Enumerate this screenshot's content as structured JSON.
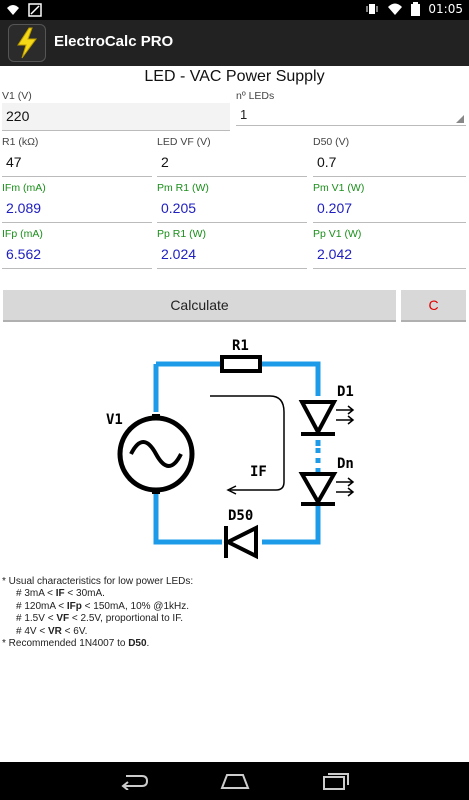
{
  "status": {
    "time": "01:05"
  },
  "app": {
    "title": "ElectroCalc PRO"
  },
  "screen": {
    "title": "LED - VAC Power Supply"
  },
  "inputs": {
    "v1": {
      "label": "V1 (V)",
      "value": "220"
    },
    "n_leds": {
      "label": "nº LEDs",
      "value": "1"
    },
    "r1": {
      "label": "R1 (kΩ)",
      "value": "47"
    },
    "led_vf": {
      "label": "LED VF (V)",
      "value": "2"
    },
    "d50": {
      "label": "D50 (V)",
      "value": "0.7"
    }
  },
  "results": {
    "ifm": {
      "label": "IFm (mA)",
      "value": "2.089"
    },
    "pm_r1": {
      "label": "Pm R1 (W)",
      "value": "0.205"
    },
    "pm_v1": {
      "label": "Pm V1 (W)",
      "value": "0.207"
    },
    "ifp": {
      "label": "IFp (mA)",
      "value": "6.562"
    },
    "pp_r1": {
      "label": "Pp R1 (W)",
      "value": "2.024"
    },
    "pp_v1": {
      "label": "Pp V1 (W)",
      "value": "2.042"
    }
  },
  "buttons": {
    "calculate": "Calculate",
    "clear": "C"
  },
  "diagram": {
    "r1": "R1",
    "v1": "V1",
    "d1": "D1",
    "dn": "Dn",
    "if": "IF",
    "d50": "D50",
    "wire_color": "#1e9be8"
  },
  "notes": {
    "line1": "* Usual characteristics for low power LEDs:",
    "l2a": "# 3mA < ",
    "l2b": "IF",
    "l2c": " < 30mA.",
    "l3a": "# 120mA < ",
    "l3b": "IFp",
    "l3c": " < 150mA, 10% @1kHz.",
    "l4a": "# 1.5V < ",
    "l4b": "VF",
    "l4c": " < 2.5V, proportional to IF.",
    "l5a": "# 4V < ",
    "l5b": "VR",
    "l5c": " < 6V.",
    "l6a": "* Recommended 1N4007 to ",
    "l6b": "D50",
    "l6c": "."
  }
}
